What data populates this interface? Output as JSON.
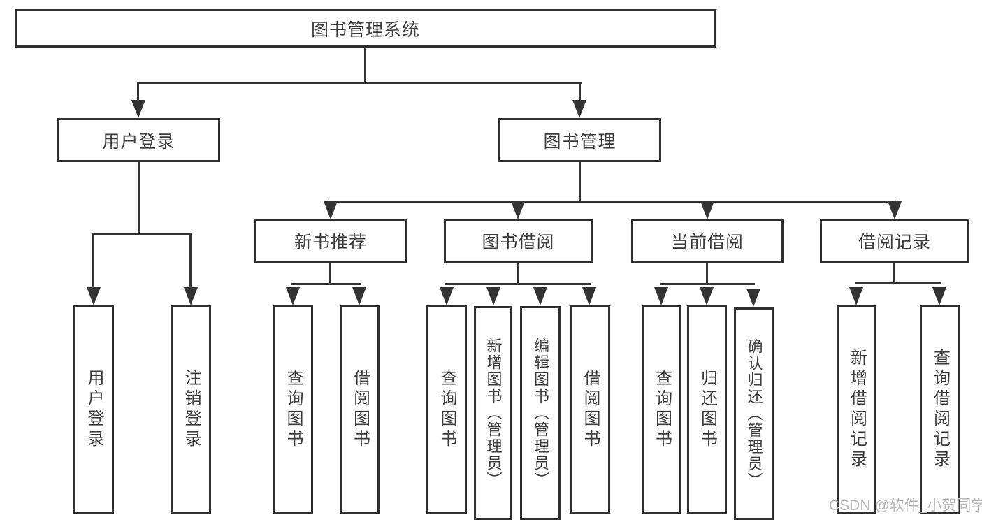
{
  "root": {
    "label": "图书管理系统"
  },
  "user_login": {
    "label": "用户登录",
    "children": [
      {
        "label": "用户登录"
      },
      {
        "label": "注销登录"
      }
    ]
  },
  "book_management": {
    "label": "图书管理",
    "modules": [
      {
        "label": "新书推荐",
        "children": [
          {
            "label": "查询图书"
          },
          {
            "label": "借阅图书"
          }
        ]
      },
      {
        "label": "图书借阅",
        "children": [
          {
            "label": "查询图书"
          },
          {
            "label": "新增图书（管理员）"
          },
          {
            "label": "编辑图书（管理员）"
          },
          {
            "label": "借阅图书"
          }
        ]
      },
      {
        "label": "当前借阅",
        "children": [
          {
            "label": "查询图书"
          },
          {
            "label": "归还图书"
          },
          {
            "label": "确认归还（管理员）"
          }
        ]
      },
      {
        "label": "借阅记录",
        "children": [
          {
            "label": "新增借阅记录"
          },
          {
            "label": "查询借阅记录"
          }
        ]
      }
    ]
  },
  "watermark": "CSDN @软件_小贺同学",
  "colors": {
    "line": "#333333",
    "box_border": "#2f2f2f",
    "text": "#3d3d3d",
    "watermark": "#b5b5b5",
    "background": "#ffffff"
  }
}
